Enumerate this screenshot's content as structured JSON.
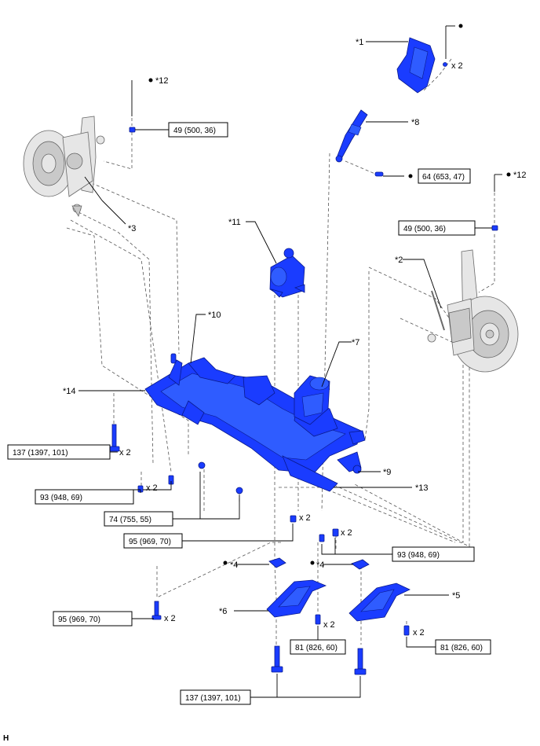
{
  "callouts": {
    "c1": "*1",
    "c2": "*2",
    "c3": "*3",
    "c4a": "*4",
    "c4b": "*4",
    "c5": "*5",
    "c6": "*6",
    "c7": "*7",
    "c8": "*8",
    "c9": "*9",
    "c10": "*10",
    "c11": "*11",
    "c12a": "*12",
    "c12b": "*12",
    "c13": "*13",
    "c14": "*14"
  },
  "torques": {
    "t49a": "49 (500, 36)",
    "t49b": "49 (500, 36)",
    "t64": "64 (653, 47)",
    "t137a": "137 (1397, 101)",
    "t137b": "137 (1397, 101)",
    "t93a": "93 (948, 69)",
    "t93b": "93 (948, 69)",
    "t74": "74 (755, 55)",
    "t95a": "95 (969, 70)",
    "t95b": "95 (969, 70)",
    "t81a": "81 (826, 60)",
    "t81b": "81 (826, 60)"
  },
  "quantities": {
    "q1": "x 2",
    "q137": "x 2",
    "q93a": "x 2",
    "q95a": "x 2",
    "q93b": "x 2",
    "q95b": "x 2",
    "q81a": "x 2",
    "q81b": "x 2"
  },
  "footer_code": "H",
  "colors": {
    "part_blue": "#1a3cff",
    "part_grey": "#e6e6e6"
  }
}
